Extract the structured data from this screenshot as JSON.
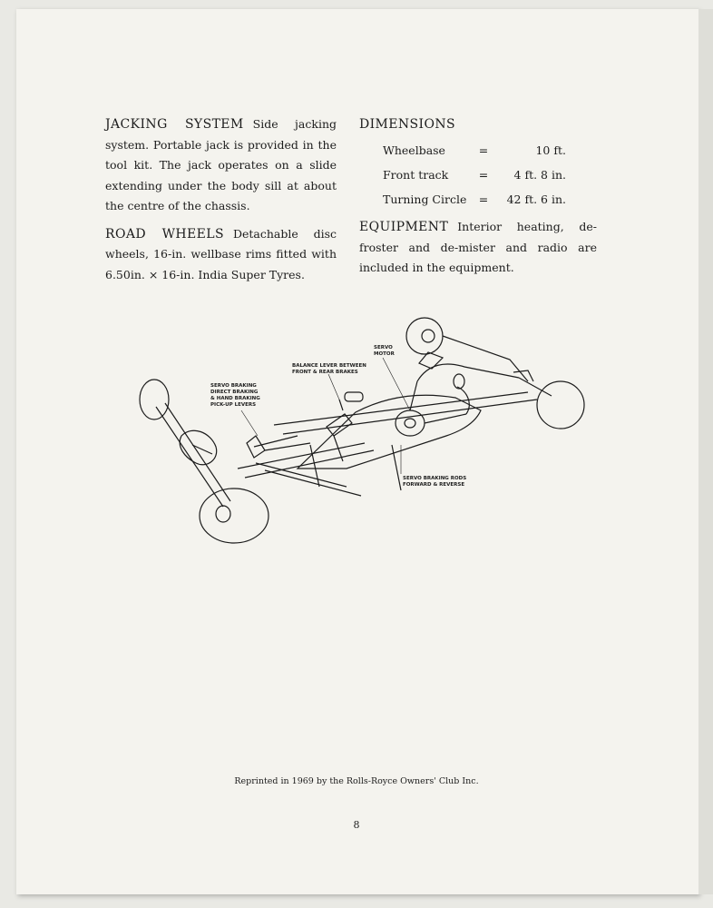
{
  "jacking": {
    "heading": "JACKING SYSTEM",
    "text": "Side jacking system. Portable jack is provided in the tool kit. The jack operates on a slide extending under the body sill at about the centre of the chassis."
  },
  "road_wheels": {
    "heading": "ROAD WHEELS",
    "text": "Detachable disc wheels, 16-in. wellbase rims fitted with 6.50in. × 16-in. India Super Tyres."
  },
  "dimensions": {
    "heading": "DIMENSIONS",
    "rows": [
      {
        "label": "Wheelbase",
        "eq": "=",
        "value": "10 ft."
      },
      {
        "label": "Front track",
        "eq": "=",
        "value": "4 ft. 8 in."
      },
      {
        "label": "Turning Circle",
        "eq": "=",
        "value": "42 ft. 6 in."
      }
    ]
  },
  "equipment": {
    "heading": "EQUIPMENT",
    "text": "Interior heating, de-froster and de-mister and radio are included in the equipment."
  },
  "diagram": {
    "labels": {
      "pickup_1": "SERVO BRAKING",
      "pickup_2": "DIRECT BRAKING",
      "pickup_3": "& HAND BRAKING",
      "pickup_4": "PICK-UP LEVERS",
      "balance_1": "BALANCE LEVER BETWEEN",
      "balance_2": "FRONT & REAR BRAKES",
      "servo_1": "SERVO",
      "servo_2": "MOTOR",
      "rods_1": "SERVO BRAKING RODS",
      "rods_2": "FORWARD & REVERSE"
    }
  },
  "footer": "Reprinted in 1969 by the Rolls-Royce Owners' Club Inc.",
  "page_number": "8"
}
